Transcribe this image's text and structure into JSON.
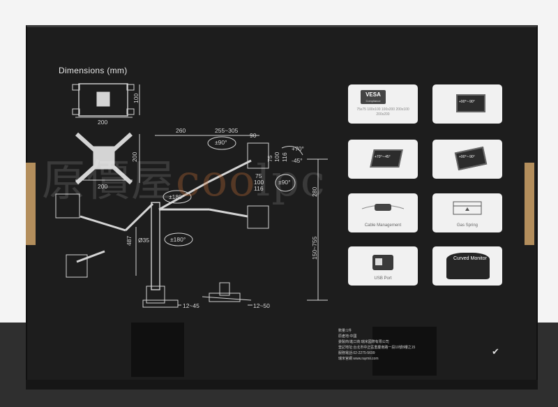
{
  "diagram": {
    "title": "Dimensions (mm)",
    "dims": {
      "d1": "100",
      "d2": "200",
      "d3": "200",
      "d4": "200",
      "d5": "260",
      "d6": "255~305",
      "d7": "90",
      "d8": "75",
      "d9": "100",
      "d10": "116",
      "d11": "75",
      "d12": "100",
      "d13": "116",
      "d14": "280",
      "d15": "150~755",
      "d16": "487",
      "d17": "Ø35",
      "d18": "12~45",
      "d19": "12~50"
    },
    "angles": {
      "a1": "±90°",
      "a2": "+70°",
      "a3": "-45°",
      "a4": "±90°",
      "a5": "±180°",
      "a6": "±180°"
    }
  },
  "features": [
    {
      "label": "",
      "logo": "VESA",
      "logo_sub": "Compliance",
      "sizes": "75x75 100x100 100x200 200x100 200x200"
    },
    {
      "label": "",
      "rotation": "+90°~-90°"
    },
    {
      "label": "",
      "rotation": "+70°~-45°"
    },
    {
      "label": "",
      "rotation": "+90°~-90°"
    },
    {
      "label": "Cable Management"
    },
    {
      "label": "Gas Spring"
    },
    {
      "label": "USB Port"
    },
    {
      "label": "",
      "curved_text": "Curved Monitor"
    }
  ],
  "info": {
    "line1": "數量:1件",
    "line2": "原產地:中國",
    "line3": "委製商/進口商:瑞米國際有限公司",
    "line4": "登記地址:台北市中正區重慶南路一段10號8樓之15",
    "line5": "服務電話:02-2275-5699",
    "line6": "瑞米官網 www.raymii.com"
  },
  "watermark": {
    "text": "原價屋",
    "accent": "coo",
    "tail": "lpc"
  },
  "colors": {
    "box": "#1d1d1d",
    "card": "#f1f1f1",
    "flap": "#b38e5c",
    "line": "#d4d4d4"
  }
}
